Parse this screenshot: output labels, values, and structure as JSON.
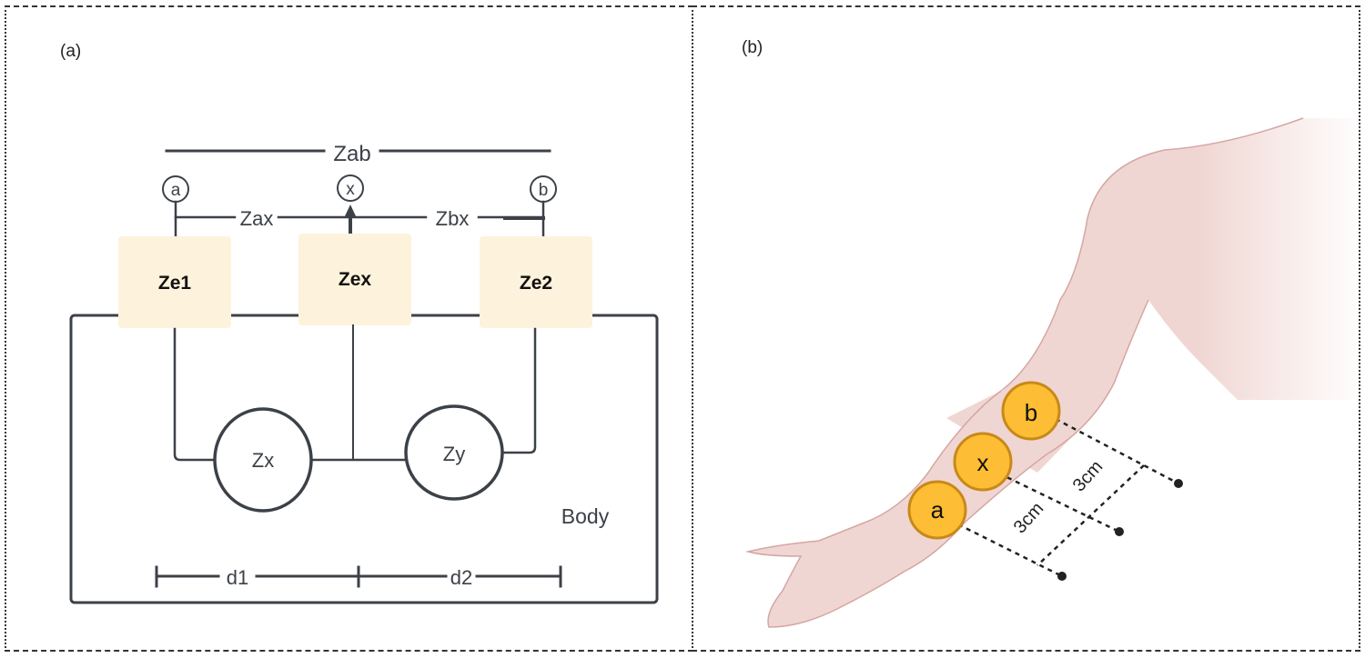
{
  "panel_a": {
    "label": "(a)",
    "top_span_label": "Zab",
    "terminals": [
      {
        "id": "a",
        "label": "a"
      },
      {
        "id": "x",
        "label": "x"
      },
      {
        "id": "b",
        "label": "b"
      }
    ],
    "segment_labels": {
      "left": "Zax",
      "right": "Zbx"
    },
    "electrode_boxes": [
      {
        "id": "ze1",
        "label": "Ze1"
      },
      {
        "id": "zex",
        "label": "Zex"
      },
      {
        "id": "ze2",
        "label": "Ze2"
      }
    ],
    "tissue_impedances": [
      {
        "id": "zx",
        "label": "Zx"
      },
      {
        "id": "zy",
        "label": "Zy"
      }
    ],
    "body_label": "Body",
    "distance_labels": [
      "d1",
      "d2"
    ],
    "colors": {
      "electrode_fill": "#fdf2db",
      "line": "#3c4148"
    }
  },
  "panel_b": {
    "label": "(b)",
    "electrodes": [
      {
        "id": "a",
        "label": "a"
      },
      {
        "id": "x",
        "label": "x"
      },
      {
        "id": "b",
        "label": "b"
      }
    ],
    "spacing_labels": [
      "3cm",
      "3cm"
    ],
    "colors": {
      "skin": "#f0d6d2",
      "skin_outline": "#d4a6a3",
      "electrode_fill": "#fdbd34",
      "electrode_outline": "#c8891a"
    }
  }
}
